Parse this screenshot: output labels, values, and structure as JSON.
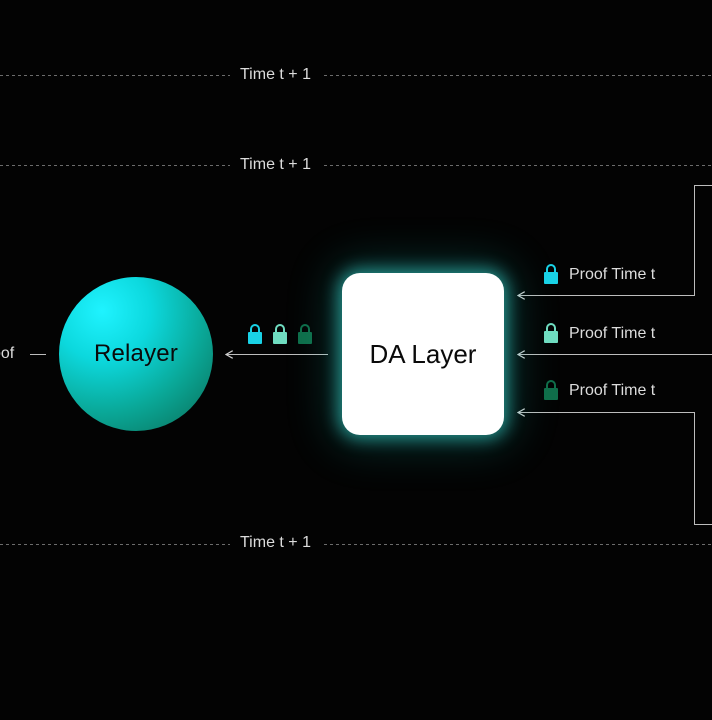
{
  "time_labels": [
    "Time t + 1",
    "Time t + 1",
    "Time t + 1"
  ],
  "relayer": {
    "label": "Relayer"
  },
  "da_layer": {
    "label": "DA Layer"
  },
  "left_cut_label": "oof",
  "proofs": [
    {
      "label": "Proof Time t",
      "lock_color": "#19d2e6"
    },
    {
      "label": "Proof Time t",
      "lock_color": "#6fdcc0"
    },
    {
      "label": "Proof Time t",
      "lock_color": "#0f6e4a"
    }
  ],
  "queue_locks": [
    {
      "color": "#19d2e6"
    },
    {
      "color": "#6fdcc0"
    },
    {
      "color": "#0f6e4a"
    }
  ]
}
